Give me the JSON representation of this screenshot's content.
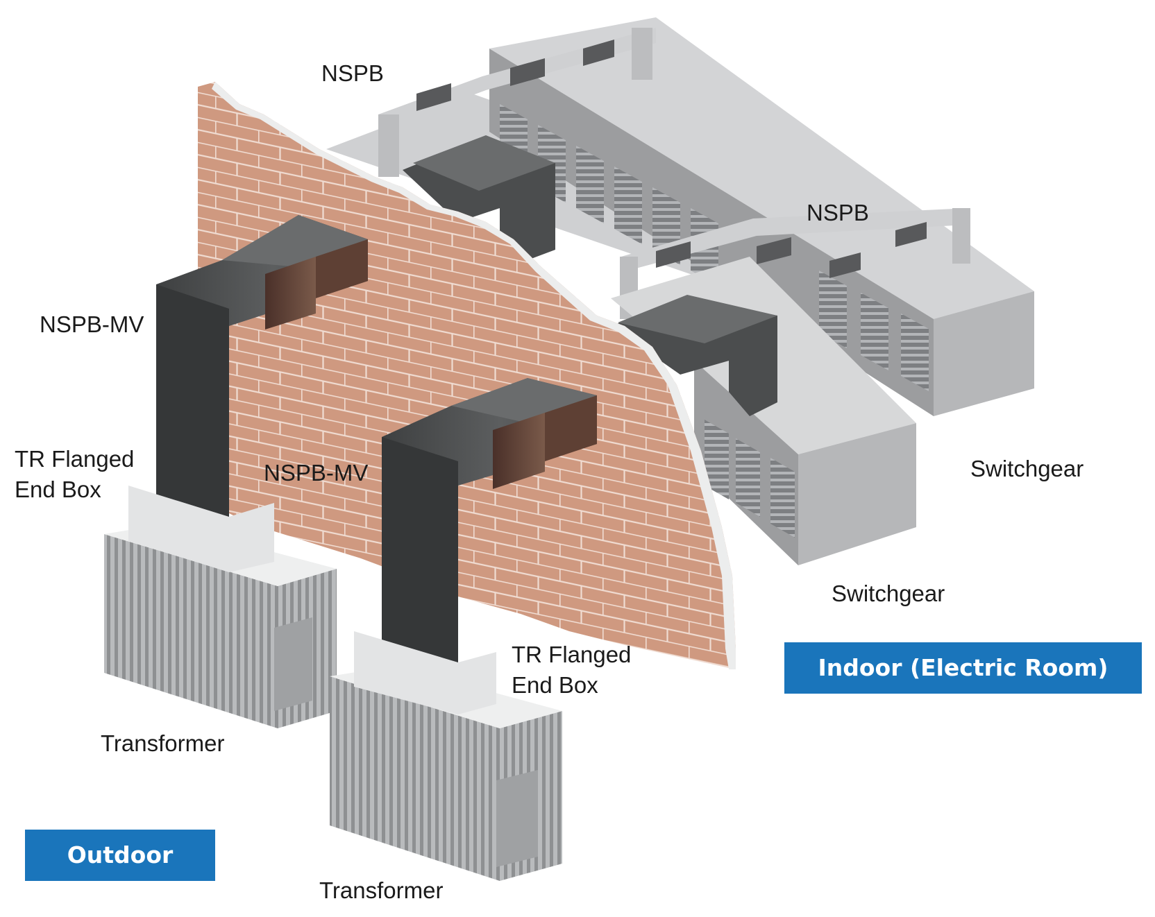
{
  "labels": {
    "nspb_top": "NSPB",
    "nspb_right": "NSPB",
    "nspb_mv_left": "NSPB-MV",
    "nspb_mv_center": "NSPB-MV",
    "tr_box_left": {
      "line1": "TR Flanged",
      "line2": "End Box"
    },
    "tr_box_center": {
      "line1": "TR Flanged",
      "line2": "End Box"
    },
    "transformer_left": "Transformer",
    "transformer_center": "Transformer",
    "switchgear_right": "Switchgear",
    "switchgear_center": "Switchgear"
  },
  "badges": {
    "indoor": "Indoor (Electric Room)",
    "outdoor": "Outdoor"
  },
  "colors": {
    "badge_blue": "#1a75bb",
    "brick": "#cf9980",
    "mortar": "#f0dcd2",
    "duct_dark": "#505253",
    "duct_shadow": "#3c3e3f",
    "copper_band": "#5e4034",
    "switchgear_front": "#9c9d9f",
    "switchgear_top": "#d7d8d9",
    "transformer_fin": "#a3a5a7"
  }
}
